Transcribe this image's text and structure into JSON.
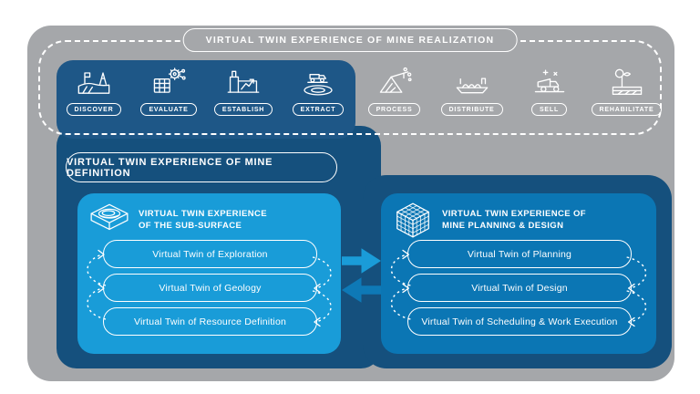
{
  "colors": {
    "outer_gray": "#a5a7aa",
    "navy_box": "#15507d",
    "icons_box_blue": "#1e5787",
    "left_panel_blue": "#199cd8",
    "right_panel_blue": "#0b76b4",
    "line_and_text": "#ffffff"
  },
  "header": {
    "title": "VIRTUAL TWIN EXPERIENCE OF MINE REALIZATION"
  },
  "lifecycle_stages": [
    {
      "label": "DISCOVER",
      "icon": "discover-icon",
      "highlighted": true
    },
    {
      "label": "EVALUATE",
      "icon": "evaluate-icon",
      "highlighted": true
    },
    {
      "label": "ESTABLISH",
      "icon": "establish-icon",
      "highlighted": true
    },
    {
      "label": "EXTRACT",
      "icon": "extract-icon",
      "highlighted": true
    },
    {
      "label": "PROCESS",
      "icon": "process-icon",
      "highlighted": false
    },
    {
      "label": "DISTRIBUTE",
      "icon": "distribute-icon",
      "highlighted": false
    },
    {
      "label": "SELL",
      "icon": "sell-icon",
      "highlighted": false
    },
    {
      "label": "REHABILITATE",
      "icon": "rehabilitate-icon",
      "highlighted": false
    }
  ],
  "definition": {
    "label": "VIRTUAL TWIN EXPERIENCE OF MINE DEFINITION"
  },
  "panels": {
    "subsurface": {
      "title_line1": "VIRTUAL TWIN EXPERIENCE",
      "title_line2": "OF THE SUB-SURFACE",
      "items": [
        "Virtual Twin of Exploration",
        "Virtual Twin of Geology",
        "Virtual Twin of Resource Definition"
      ]
    },
    "planning": {
      "title_line1": "VIRTUAL TWIN EXPERIENCE OF",
      "title_line2": "MINE PLANNING & DESIGN",
      "items": [
        "Virtual Twin of Planning",
        "Virtual Twin of Design",
        "Virtual Twin of Scheduling & Work Execution"
      ]
    }
  }
}
